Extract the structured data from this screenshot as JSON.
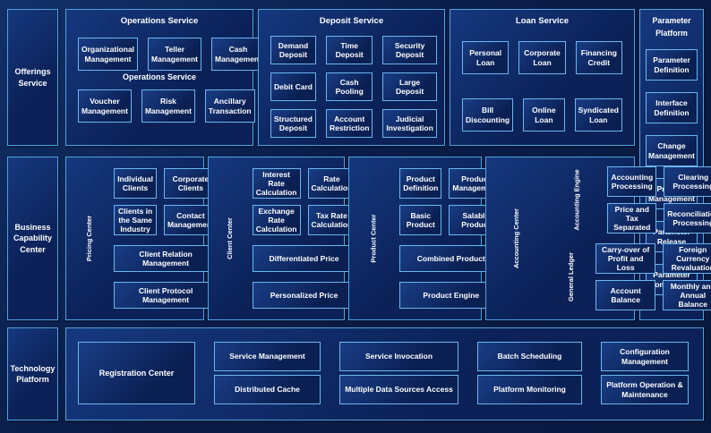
{
  "colors": {
    "page_bg": "#0a1c47",
    "panel_border": "#4fa3e0",
    "box_border": "#6ab8ef",
    "panel_bg_light": "#16387e",
    "panel_bg_dark": "#0b2157",
    "box_bg_light": "#1a3d85",
    "box_bg_dark": "#0a1f52",
    "text": "#ffffff"
  },
  "left_rail": {
    "offerings": "Offerings Service",
    "business": "Business Capability Center",
    "technology": "Technology Platform"
  },
  "top": {
    "operations": {
      "title": "Operations Service",
      "subtitle": "Operations Service",
      "row1": [
        "Organizational Management",
        "Teller Management",
        "Cash Management"
      ],
      "row2": [
        "Voucher Management",
        "Risk Management",
        "Ancillary Transaction"
      ]
    },
    "deposit": {
      "title": "Deposit Service",
      "boxes": [
        "Demand Deposit",
        "Time Deposit",
        "Security Deposit",
        "Debit Card",
        "Cash Pooling",
        "Large Deposit",
        "Structured Deposit",
        "Account Restriction",
        "Judicial Investigation"
      ]
    },
    "loan": {
      "title": "Loan Service",
      "row1": [
        "Personal Loan",
        "Corporate Loan",
        "Financing Credit"
      ],
      "row2": [
        "Bill Discounting",
        "Online Loan",
        "Syndicated Loan"
      ]
    }
  },
  "parameter_platform": {
    "title_line1": "Parameter",
    "title_line2": "Platform",
    "boxes": [
      "Parameter Definition",
      "Interface Definition",
      "Change Management",
      "Process Management",
      "Parameter Release",
      "Parameter Comparison"
    ]
  },
  "capability": {
    "groups": [
      {
        "label": "Pricing Center",
        "small": [
          "Individual Clients",
          "Corporate Clients",
          "Clients in the Same Industry",
          "Contact Management"
        ],
        "wide": [
          "Client Relation Management",
          "Client Protocol Management"
        ]
      },
      {
        "label": "Client Center",
        "small": [
          "Interest Rate Calculation",
          "Rate Calculation",
          "Exchange Rate Calculation",
          "Tax Rate Calculation"
        ],
        "wide": [
          "Differentiated Price",
          "Personalized Price"
        ]
      },
      {
        "label": "Product Center",
        "small": [
          "Product Definition",
          "Product Management",
          "Basic Product",
          "Salable Product"
        ],
        "wide": [
          "Combined Product",
          "Product Engine"
        ]
      }
    ],
    "accounting": {
      "label": "Accounting Center",
      "engine_label": "Accounting Engine",
      "ledger_label": "General  Ledger",
      "engine": [
        "Accounting Processing",
        "Clearing Processing",
        "Price and Tax Separated",
        "Reconciliation Processing"
      ],
      "ledger": [
        "Carry-over of Profit and Loss",
        "Foreign Currency Revaluation",
        "Account Balance",
        "Monthly and Annual Balance"
      ]
    }
  },
  "technology": {
    "registration": "Registration Center",
    "columns": [
      [
        "Service Management",
        "Distributed Cache"
      ],
      [
        "Service Invocation",
        "Multiple Data Sources Access"
      ],
      [
        "Batch Scheduling",
        "Platform Monitoring"
      ],
      [
        "Configuration Management",
        "Platform Operation & Maintenance"
      ]
    ]
  }
}
